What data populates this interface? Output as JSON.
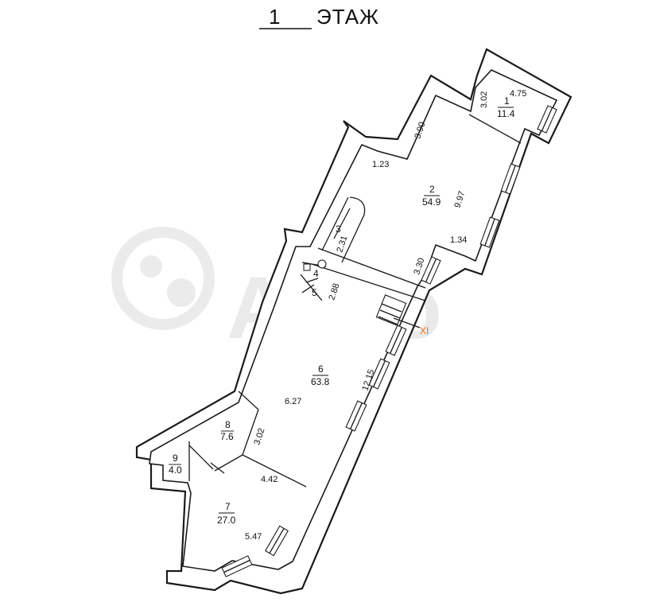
{
  "header": {
    "floor_number": "1",
    "floor_word": "ЭТАЖ"
  },
  "watermark": {
    "text": "Avito"
  },
  "section_marker": "XI",
  "rooms": [
    {
      "id": "1",
      "area": "11.4"
    },
    {
      "id": "2",
      "area": "54.9"
    },
    {
      "id": "3",
      "area": ""
    },
    {
      "id": "4",
      "area": ""
    },
    {
      "id": "5",
      "area": ""
    },
    {
      "id": "6",
      "area": "63.8"
    },
    {
      "id": "7",
      "area": "27.0"
    },
    {
      "id": "8",
      "area": "7.6"
    },
    {
      "id": "9",
      "area": "4.0"
    }
  ],
  "dimensions": [
    "4.75",
    "3.02",
    "3.90",
    "1.23",
    "9.97",
    "1.34",
    "2.31",
    "3.30",
    "2.88",
    "12.15",
    "6.27",
    "3.02",
    "4.42",
    "5.47"
  ]
}
